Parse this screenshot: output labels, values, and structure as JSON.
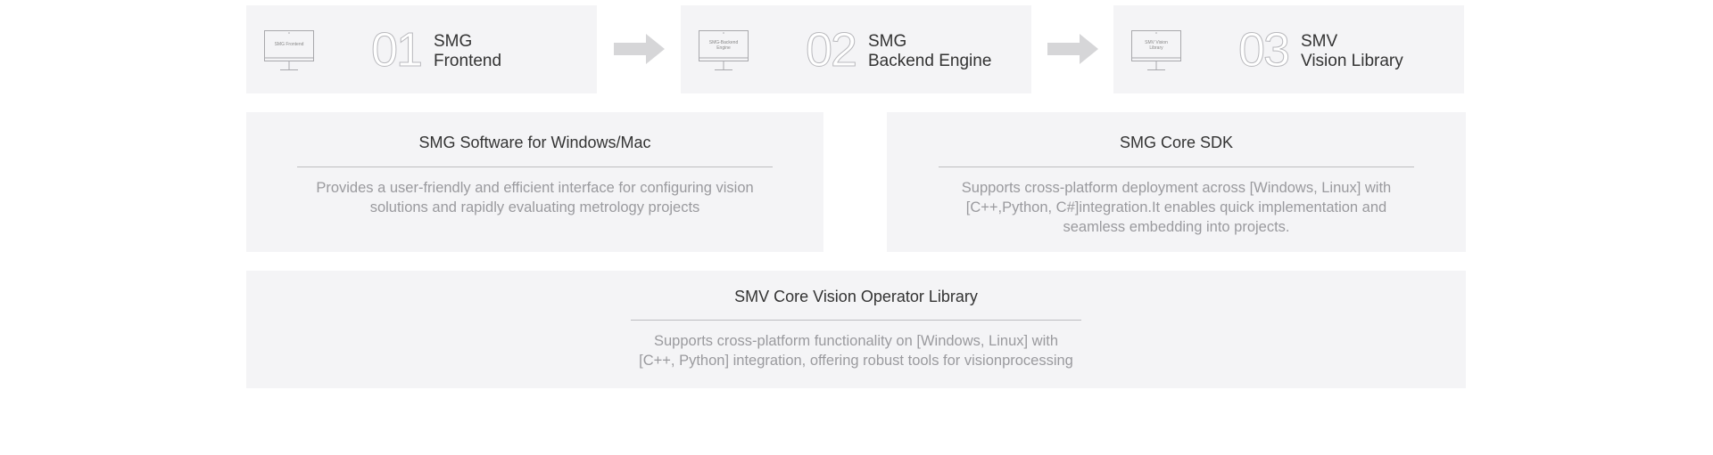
{
  "steps": [
    {
      "num": "01",
      "screen": "SMG Frontend",
      "line1": "SMG",
      "line2": "Frontend"
    },
    {
      "num": "02",
      "screen": "SMG-Backend Engine",
      "line1": "SMG",
      "line2": "Backend Engine"
    },
    {
      "num": "03",
      "screen": "SMV Vision Library",
      "line1": "SMV",
      "line2": "Vision Library"
    }
  ],
  "cards": [
    {
      "title": "SMG Software for Windows/Mac",
      "lines": [
        "Provides a user-friendly and efficient interface for configuring vision",
        "solutions and rapidly evaluating metrology projects"
      ]
    },
    {
      "title": "SMG Core SDK",
      "lines": [
        "Supports cross-platform deployment across [Windows, Linux] with",
        "[C++,Python, C#]integration.It enables quick implementation and",
        "seamless embedding into projects."
      ]
    },
    {
      "title": "SMV Core Vision Operator Library",
      "lines": [
        "Supports cross-platform functionality on [Windows, Linux] with",
        "[C++, Python] integration, offering robust tools for visionprocessing"
      ]
    }
  ]
}
